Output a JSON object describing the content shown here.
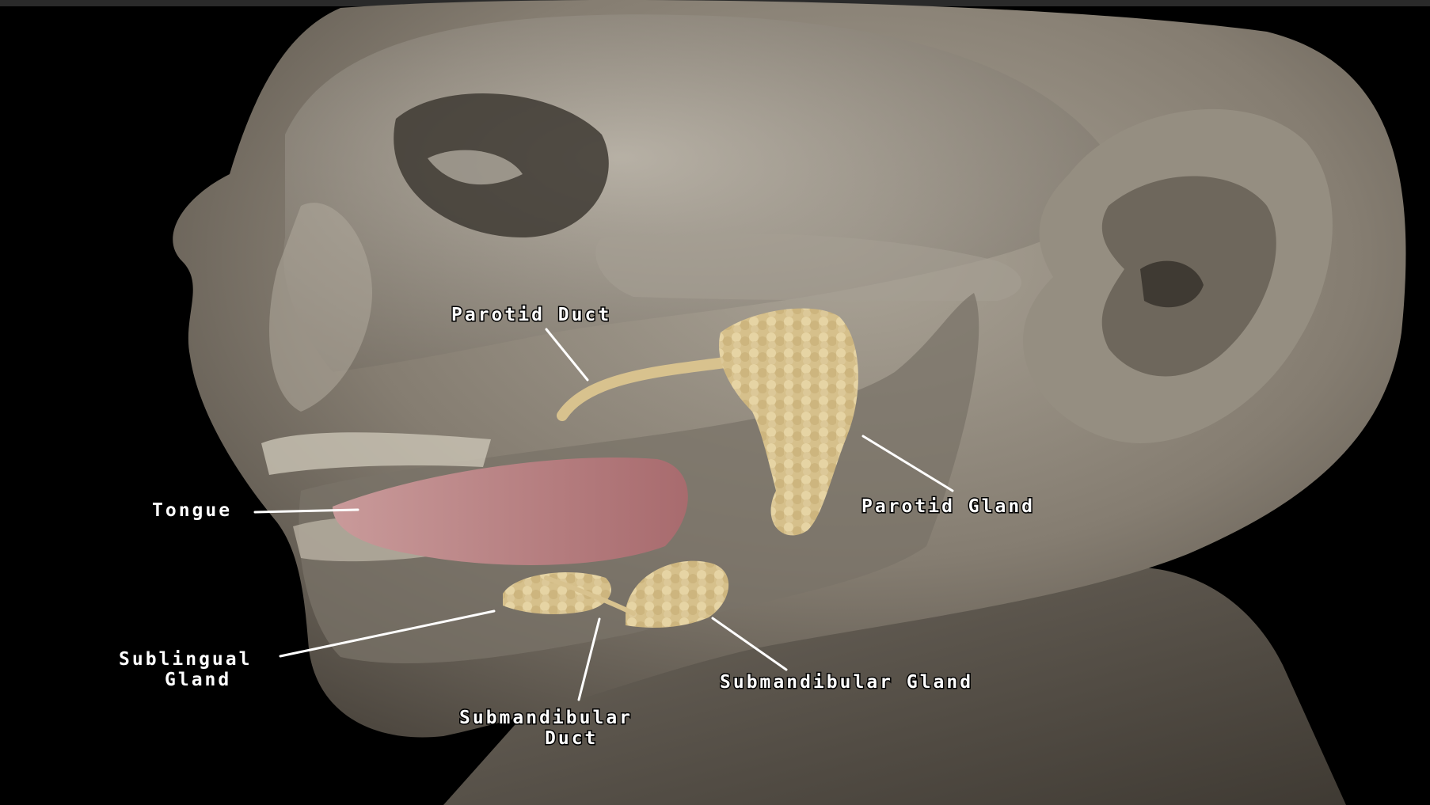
{
  "labels": {
    "parotid_duct": "Parotid Duct",
    "parotid_gland": "Parotid Gland",
    "tongue": "Tongue",
    "sublingual_gland_line1": "Sublingual",
    "sublingual_gland_line2": "Gland",
    "submandibular_gland": "Submandibular Gland",
    "submandibular_duct_line1": "Submandibular",
    "submandibular_duct_line2": "Duct"
  },
  "colors": {
    "background": "#000000",
    "skin": "#8f877b",
    "bone": "#9d968b",
    "gland": "#d8c28e",
    "tongue": "#b97b7d",
    "label_text": "#ffffff"
  }
}
